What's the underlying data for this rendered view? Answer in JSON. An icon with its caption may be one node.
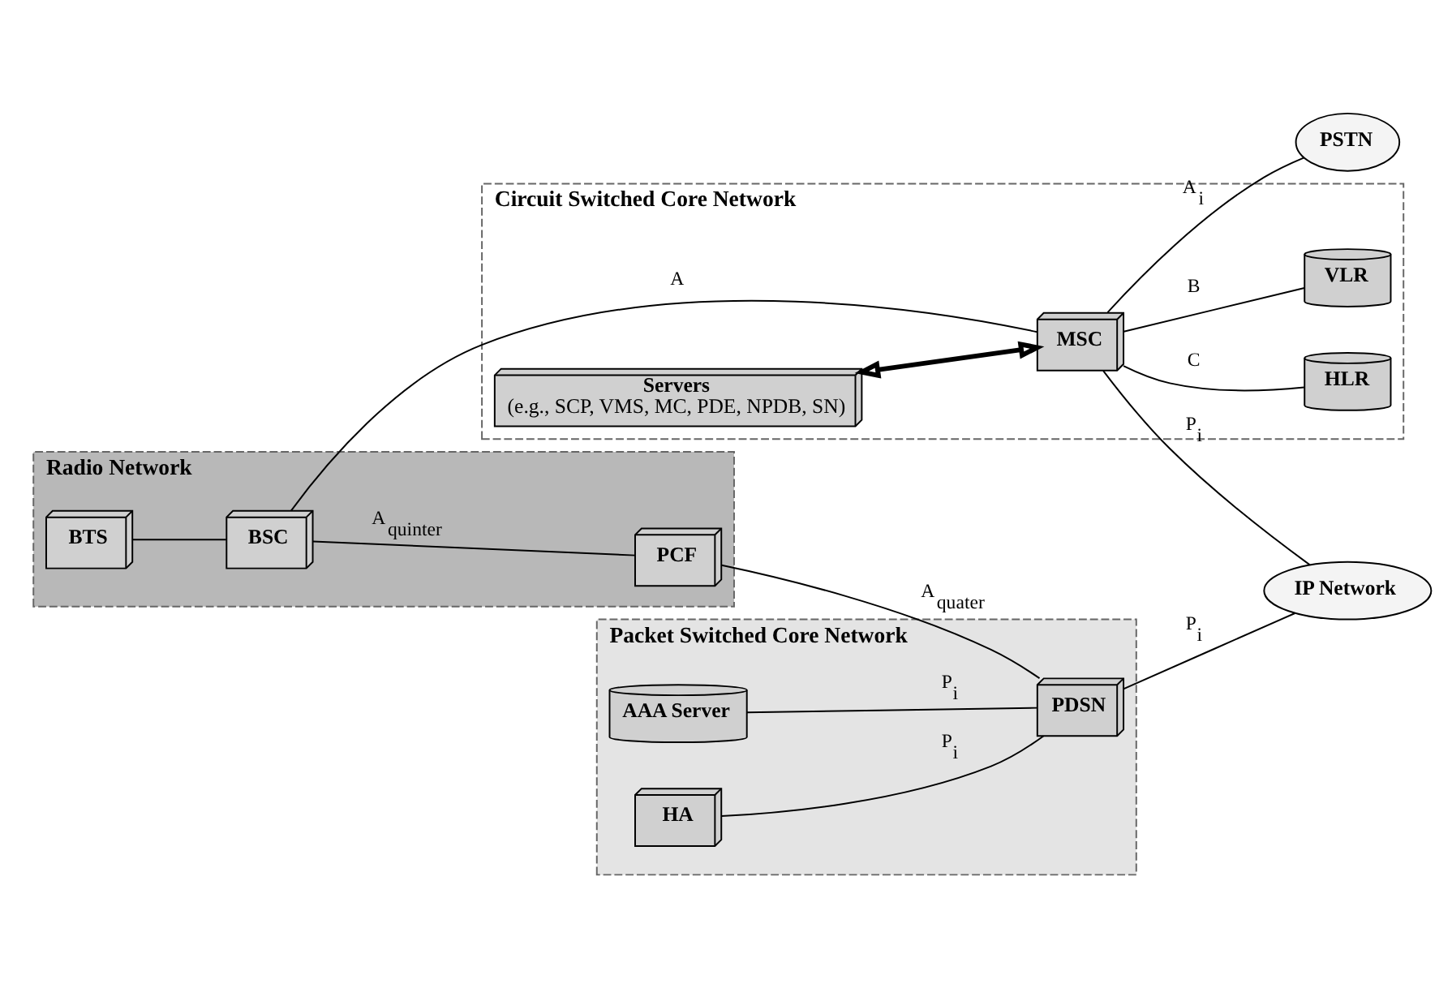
{
  "diagram": {
    "nodes": [
      {
        "text": [
          "Radio Network"
        ]
      },
      {
        "text": [
          "BTS"
        ],
        "in": 0
      },
      {
        "text": [
          "BSC"
        ],
        "in": 0
      },
      {
        "text": [
          "PCF"
        ],
        "in": 0
      },
      {
        "text": [
          "Circuit Switched Core Network"
        ]
      },
      {
        "text": [
          "Servers",
          "(e.g., SCP, VMS, MC, PDE, NPDB, SN)"
        ],
        "in": 4
      },
      {
        "text": [
          "MSC"
        ],
        "in": 4
      },
      {
        "text": [
          "HLR"
        ],
        "in": 4
      },
      {
        "text": [
          "VLR"
        ],
        "in": 4
      },
      {
        "text": [
          "Packet Switched Core Network"
        ]
      },
      {
        "text": [
          "AAA Server"
        ],
        "in": 9
      },
      {
        "text": [
          "HA"
        ],
        "in": 9
      },
      {
        "text": [
          "PDSN"
        ],
        "in": 9
      },
      {
        "text": [
          "PSTN"
        ]
      },
      {
        "text": [
          "IP Network"
        ]
      }
    ],
    "edges": [
      {
        "from": 1,
        "to": 2,
        "arrow": "none"
      },
      {
        "from": 2,
        "to": 6,
        "arrow": "none",
        "label": "A"
      },
      {
        "from": 2,
        "to": 3,
        "arrow": "none",
        "label": "A$_{quinter}$"
      },
      {
        "from": 5,
        "to": 6,
        "arrow": "both",
        "style": "thick"
      },
      {
        "from": 6,
        "to": 7,
        "arrow": "none",
        "label": "C"
      },
      {
        "from": 6,
        "to": 8,
        "arrow": "none",
        "label": "B"
      },
      {
        "from": 6,
        "to": 13,
        "arrow": "none",
        "label": "A$_{i}$"
      },
      {
        "from": 6,
        "to": 14,
        "arrow": "none",
        "label": "P$_{i}$"
      },
      {
        "from": 3,
        "to": 12,
        "arrow": "none",
        "label": "A$_{quater}$"
      },
      {
        "from": 10,
        "to": 12,
        "arrow": "none",
        "label": "P$_{i}$"
      },
      {
        "from": 11,
        "to": 12,
        "arrow": "none",
        "label": "P$_{i}$"
      },
      {
        "from": 12,
        "to": 14,
        "arrow": "none",
        "label": "P$_{i}$"
      }
    ]
  }
}
